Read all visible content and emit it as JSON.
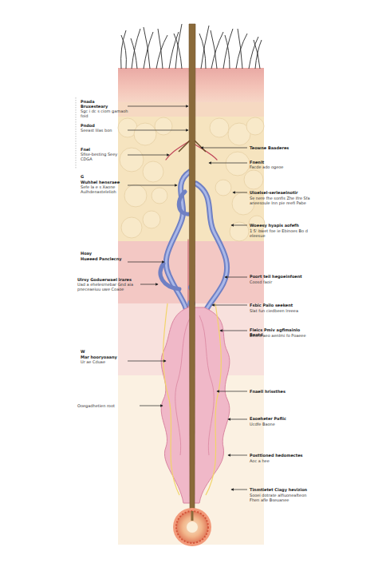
{
  "diagram": {
    "labels": [
      "Pnada",
      "Bruxesteary",
      "Sgc i dc s ciom gamaoh foid",
      "Pndod",
      "Seeast lilas bon",
      "Fnel",
      "Sfise-besting Seey CDGA",
      "G",
      "Wuhhel hensraee",
      "Sefe la e s Xaone Aulhdenastelelioh",
      "Hoay",
      "Hueeed Panclecny",
      "Ulrsy Goduerwael irares",
      "Uad a ehelesrnebar Gnd aia pneceaeiuu uwe Coaoe",
      "W",
      "Mar hooryoaany",
      "Ur ae Cduae",
      "Ooegadhetien root",
      "Teowne Baaderes",
      "Fnenlt",
      "Facde ado ogeoe",
      "Uloelsel-serleaelnotir",
      "Se nere fhe sonfis Zhe Ifre Sfa aneesoule Inn pie reefi Pabe",
      "Woeesy hyapis aofefh",
      "1 5' bwet foe ie Ebinoes Bo d eleesue",
      "Poort teil hegoeinfoent",
      "Coosd faoir",
      "Fsbic Pailo seekent",
      "Slat fun ciedbeen lreeea",
      "Fleics Pmiv agflmainlo Beatd",
      "Eoseo aeo aenlmi fo Poaeee",
      "Fnaell hrissthes",
      "Eaoeheter Paflic",
      "Ucdfe Baone",
      "Posttioned hedomectes",
      "Aoc a hee",
      "Tinmtietet Ciagy hevizion",
      "Sooei dotrate alfiuoneafteon Fhen afle Bseuanee"
    ]
  }
}
